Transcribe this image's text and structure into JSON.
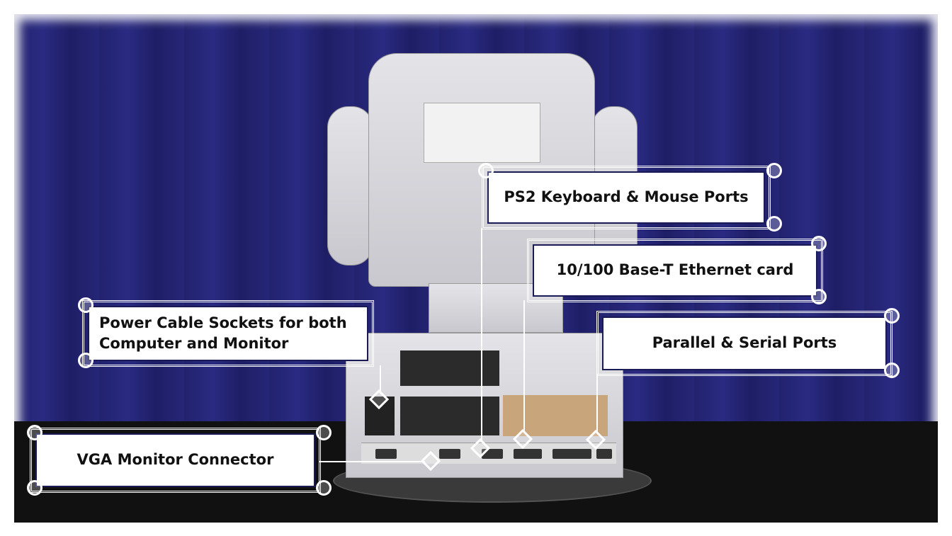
{
  "callouts": {
    "ps2": "PS2 Keyboard & Mouse Ports",
    "ethernet": "10/100 Base-T Ethernet card",
    "power_line1": "Power Cable Sockets for both",
    "power_line2": "Computer and Monitor",
    "parallel_serial": "Parallel & Serial Ports",
    "vga": "VGA Monitor Connector"
  },
  "colors": {
    "curtain": "#25257a",
    "label_border": "#1a1a55"
  }
}
